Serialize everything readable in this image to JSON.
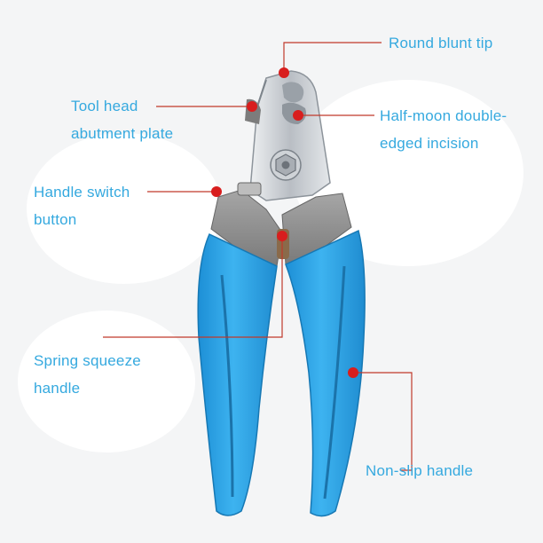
{
  "labels": {
    "round_tip": "Round blunt tip",
    "tool_head": [
      "Tool head",
      "abutment plate"
    ],
    "half_moon": [
      "Half-moon double-",
      "edged incision"
    ],
    "handle_switch": [
      "Handle switch",
      "button"
    ],
    "spring": [
      "Spring squeeze",
      "handle"
    ],
    "non_slip": "Non-slip handle"
  },
  "colors": {
    "label_text": "#35a9df",
    "leader_line": "#c0392b",
    "marker_dot": "#d81e1e",
    "handle_blue": "#2fa6e8",
    "head_gray": "#8e8e8e",
    "blade_steel": "#c9cdd2"
  }
}
